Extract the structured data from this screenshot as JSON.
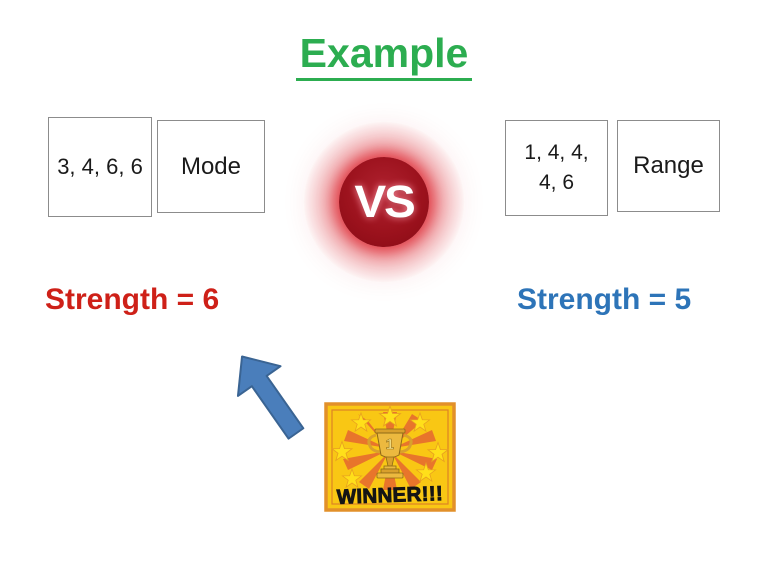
{
  "title": "Example",
  "vs_label": "VS",
  "left": {
    "numbers": "3, 4, 6, 6",
    "measure": "Mode",
    "strength": "Strength = 6"
  },
  "right": {
    "numbers_line1": "1, 4, 4,",
    "numbers_line2": "4, 6",
    "measure": "Range",
    "strength": "Strength = 5"
  },
  "winner": {
    "label": "WINNER!!!",
    "trophy_rank": "1"
  },
  "colors": {
    "title_green": "#2CAD50",
    "strength_red": "#CE2018",
    "strength_blue": "#2D74B8",
    "arrow_blue": "#4A7EBB",
    "vs_dark_red": "#9C121D",
    "winner_yellow": "#F9C714",
    "winner_orange": "#E8752B"
  }
}
